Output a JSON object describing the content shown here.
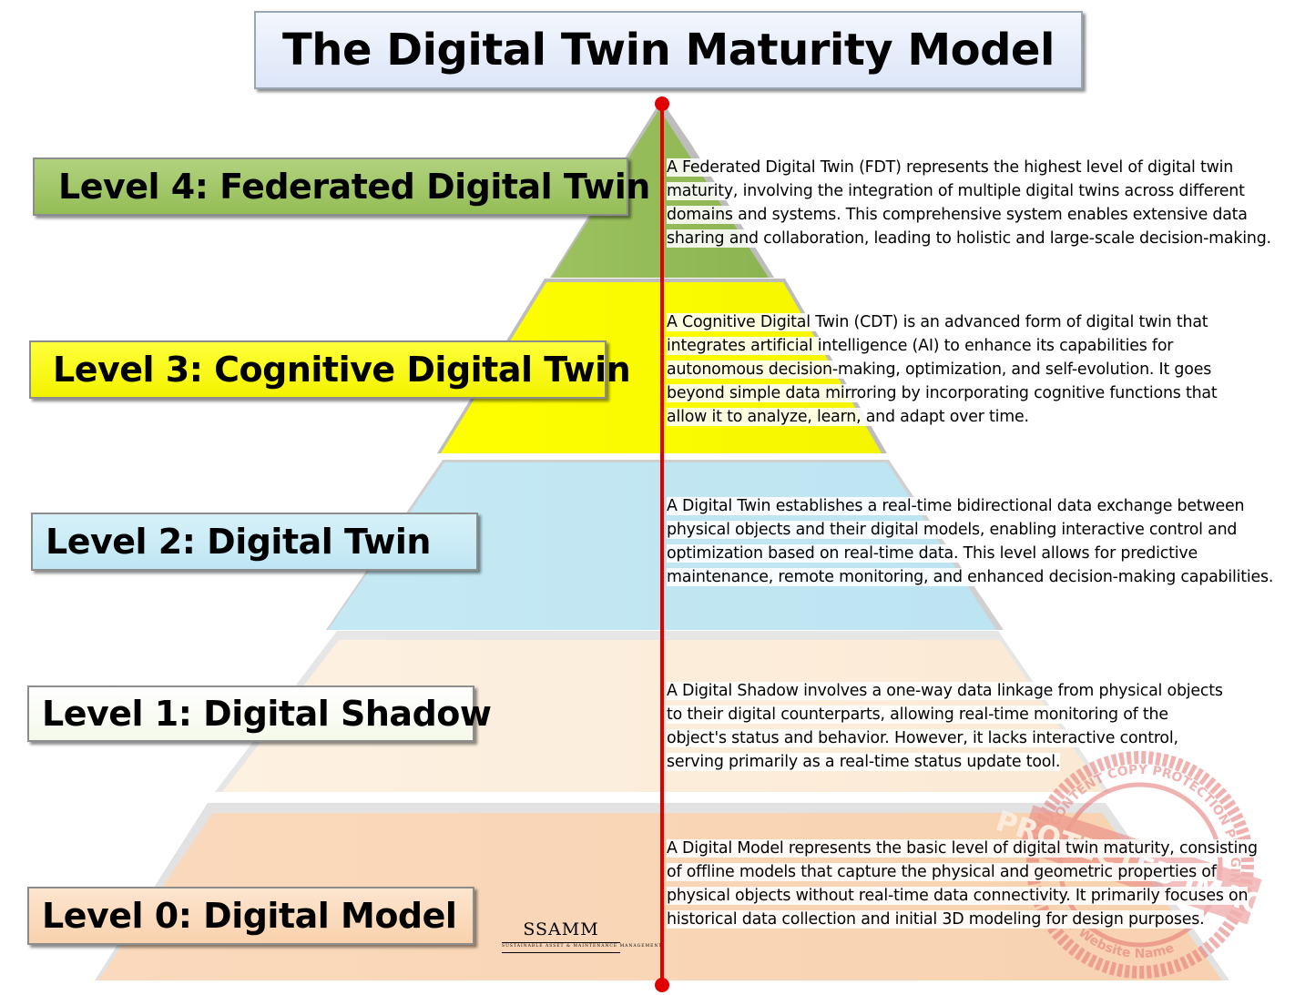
{
  "title": "The Digital Twin Maturity Model",
  "colors": {
    "level4": "#9bc25f",
    "level3": "#ffff00",
    "level2": "#c5e9f4",
    "level1": "#fdefde",
    "level0": "#fad9bc",
    "axis_line": "#e00000"
  },
  "levels": [
    {
      "label": "Level 4: Federated Digital Twin",
      "desc_lines": [
        "A Federated Digital Twin (FDT) represents the highest level of digital twin",
        "maturity, involving the integration of multiple digital twins across different",
        "domains and systems. This comprehensive system enables extensive data",
        "sharing and collaboration, leading to holistic and large-scale decision-making."
      ]
    },
    {
      "label": "Level 3: Cognitive Digital Twin",
      "desc_lines": [
        "A Cognitive Digital Twin (CDT) is an advanced form of digital twin that",
        "integrates artificial intelligence (AI) to enhance its capabilities for",
        "autonomous decision-making, optimization, and self-evolution. It goes",
        "beyond simple data mirroring by incorporating cognitive functions that",
        "allow it to analyze, learn, and adapt over time."
      ]
    },
    {
      "label": "Level 2: Digital Twin",
      "desc_lines": [
        "A Digital Twin establishes a real-time bidirectional data exchange between",
        "physical objects and their digital models, enabling interactive control and",
        "optimization based on real-time data. This level allows for predictive",
        "maintenance, remote monitoring, and enhanced decision-making capabilities."
      ]
    },
    {
      "label": "Level 1: Digital Shadow",
      "desc_lines": [
        "A Digital Shadow involves a one-way data linkage from physical objects",
        "to their digital counterparts, allowing real-time monitoring of the",
        "object's status and behavior. However, it lacks interactive control,",
        "serving primarily as a real-time status update tool."
      ]
    },
    {
      "label": "Level 0: Digital Model",
      "desc_lines": [
        "A Digital Model represents the basic level of digital twin maturity, consisting",
        "of offline models that capture the physical and geometric properties of",
        "physical objects without real-time data connectivity. It primarily focuses on",
        "historical data collection and initial 3D modeling for design purposes."
      ]
    }
  ],
  "logo": {
    "name": "SSAMM",
    "tagline": "SUSTAINABLE ASSET & MAINTENANCE MANAGEMENT"
  },
  "stamp": {
    "top_text": "CONTENT COPY PROTECTION PLUGIN",
    "center_text": "PROTECTED IMAGE",
    "bottom_text": "My Website Name"
  }
}
